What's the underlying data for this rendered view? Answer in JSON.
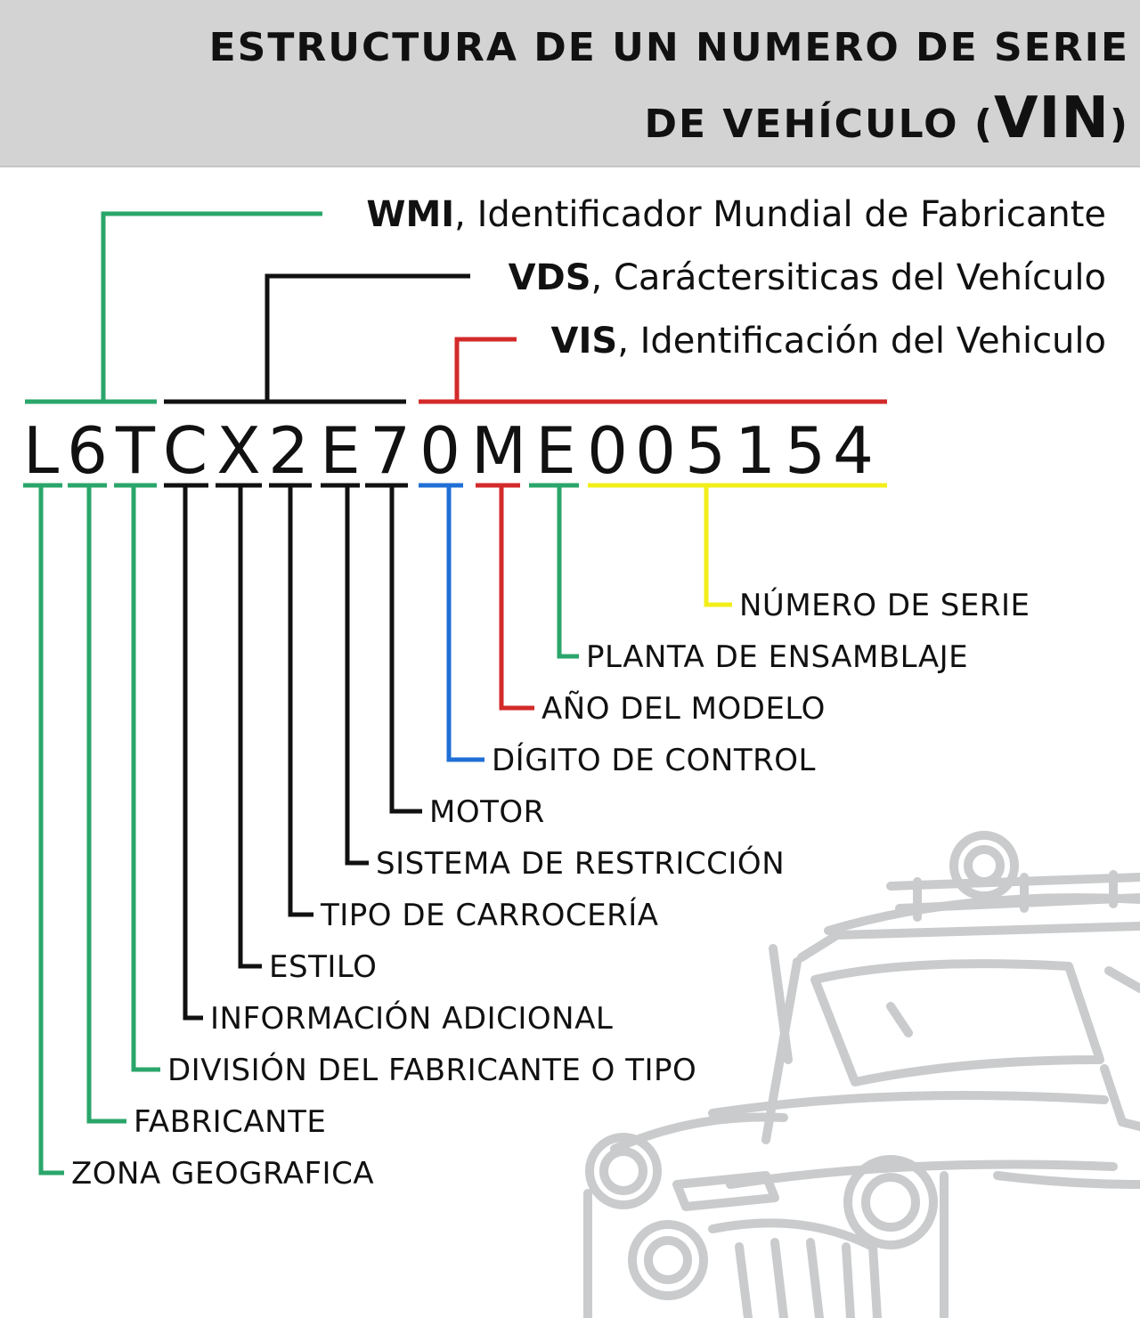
{
  "title": {
    "line1": "ESTRUCTURA DE UN NUMERO DE SERIE",
    "line2_prefix": "DE VEHÍCULO (",
    "line2_big": "VIN",
    "line2_suffix": ")"
  },
  "groups": [
    {
      "code": "WMI",
      "description": ", Identificador Mundial de Fabricante",
      "color": "#2aa66a"
    },
    {
      "code": "VDS",
      "description": ", Caráctersiticas del Vehículo",
      "color": "#111111"
    },
    {
      "code": "VIS",
      "description": ", Identificación del Vehiculo",
      "color": "#d32a2a"
    }
  ],
  "vin": [
    "L",
    "6",
    "T",
    "C",
    "X",
    "2",
    "E",
    "7",
    "0",
    "M",
    "E",
    "0",
    "0",
    "5",
    "1",
    "5",
    "4"
  ],
  "colors": {
    "green": "#2aa66a",
    "black": "#111111",
    "blue": "#1f6fd6",
    "red": "#d32a2a",
    "yellow": "#f2ee1a"
  },
  "labels": [
    "NÚMERO DE SERIE",
    "PLANTA DE ENSAMBLAJE",
    "AÑO DEL MODELO",
    "DÍGITO DE CONTROL",
    "MOTOR",
    "SISTEMA DE RESTRICCIÓN",
    "TIPO DE CARROCERÍA",
    "ESTILO",
    "INFORMACIÓN ADICIONAL",
    "DIVISIÓN DEL FABRICANTE O TIPO",
    "FABRICANTE",
    "ZONA GEOGRAFICA"
  ],
  "illustration": "car-illustration"
}
